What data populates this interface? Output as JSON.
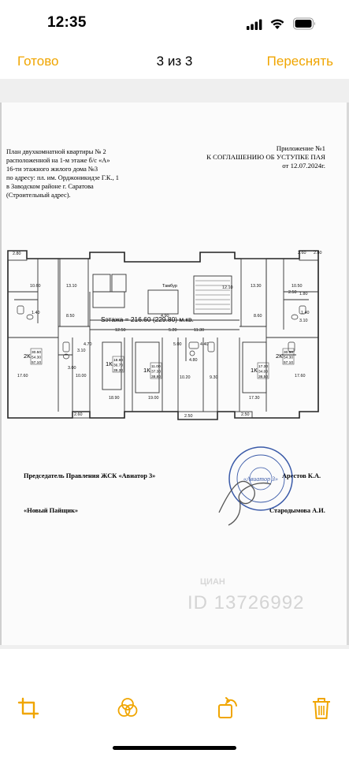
{
  "status_bar": {
    "time": "12:35"
  },
  "nav": {
    "done_label": "Готово",
    "page_counter": "3 из 3",
    "rescan_label": "Переснять"
  },
  "colors": {
    "accent": "#f0a500",
    "stamp_blue": "#3a5aa8"
  },
  "document": {
    "header_left": [
      "План двухкомнатной квартиры № 2",
      "расположенной на 1-м этаже б/с «А»",
      "16-ти этажного жилого дома №3",
      "по адресу: пл. им. Орджоникидзе Г.К., 1",
      "в Заводском районе г. Саратова",
      "(Строительный адрес)."
    ],
    "header_right": [
      "Приложение №1",
      "К СОГЛАШЕНИЮ ОБ УСТУПКЕ ПАЯ",
      "от 12.07.2024г."
    ],
    "plan": {
      "floor_area": "Sэтажа = 216.60 (229.80) м.кв.",
      "tambur": "Тамбур",
      "apartments": [
        {
          "type": "2К",
          "areas": [
            "30.50",
            "54.30",
            "57.10"
          ]
        },
        {
          "type": "1К",
          "areas": [
            "18.90",
            "36.70",
            "39.30"
          ]
        },
        {
          "type": "1К",
          "areas": [
            "11.00",
            "37.30",
            "38.80"
          ]
        },
        {
          "type": "1К",
          "areas": [
            "17.30",
            "34.00",
            "36.50"
          ]
        },
        {
          "type": "2К",
          "areas": [
            "30.50",
            "54.30",
            "57.10"
          ]
        }
      ],
      "dims": [
        "2.80",
        "10.60",
        "13.10",
        "1.40",
        "8.50",
        "4.70",
        "3.10",
        "3.00",
        "17.60",
        "10.00",
        "18.90",
        "19.00",
        "10.20",
        "5.00",
        "9.30",
        "4.40",
        "17.30",
        "2.60",
        "2.50",
        "4.90",
        "5.20",
        "12.50",
        "11.30",
        "12.10",
        "13.30",
        "8.60",
        "2.50",
        "10.50",
        "1.80",
        "1.40",
        "3.10",
        "17.60",
        "2.60",
        "4.80",
        "2.50",
        "2.80"
      ]
    },
    "signatures": {
      "chairman_label": "Председатель Правления ЖСК «Авиатор 3»",
      "chairman_name": "Арестов К.А.",
      "member_label": "«Новый Пайщик»",
      "member_name": "Стародымова А.И.",
      "stamp_text": "«Авиатор 3»"
    },
    "watermark": "ID 13726992",
    "watermark_brand": "ЦИАН"
  },
  "toolbar": {
    "icons": [
      "crop-icon",
      "filters-icon",
      "rotate-icon",
      "trash-icon"
    ]
  }
}
